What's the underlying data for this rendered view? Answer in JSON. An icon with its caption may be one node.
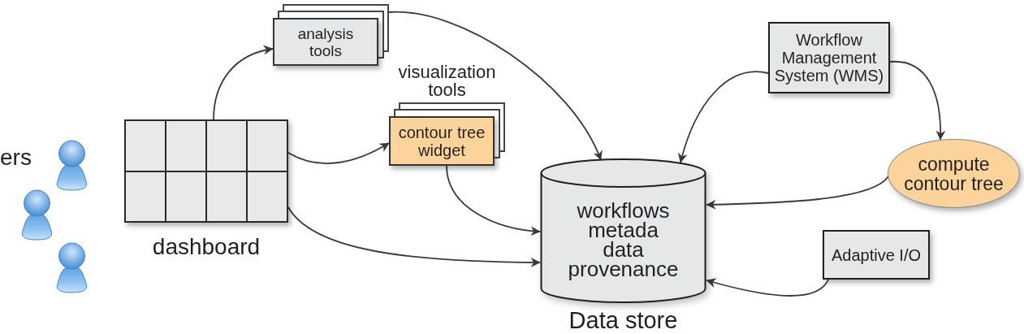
{
  "diagram": {
    "nodes": [
      {
        "text": [
          "dashboard"
        ]
      },
      {
        "text": [
          "analysis tools"
        ]
      },
      {
        "text": [
          "visualization tools",
          "contour tree widget"
        ]
      },
      {
        "text": [
          "workflows",
          "metada",
          "data",
          "provenance",
          "Data store"
        ]
      },
      {
        "text": [
          "Workflow Management System (WMS)"
        ]
      },
      {
        "text": [
          "compute contour tree"
        ]
      },
      {
        "text": [
          "Adaptive I/O"
        ]
      }
    ],
    "edges": [
      {
        "from": 0,
        "to": 1,
        "arrow": "to"
      },
      {
        "from": 1,
        "to": 3,
        "arrow": "to"
      },
      {
        "from": 0,
        "to": 2,
        "arrow": "to"
      },
      {
        "from": 2,
        "to": 3,
        "arrow": "to"
      },
      {
        "from": 0,
        "to": 3,
        "arrow": "to"
      },
      {
        "from": 4,
        "to": 3,
        "arrow": "to"
      },
      {
        "from": 4,
        "to": 5,
        "arrow": "to"
      },
      {
        "from": 5,
        "to": 3,
        "arrow": "to"
      },
      {
        "from": 6,
        "to": 3,
        "arrow": "to"
      }
    ],
    "labels": [
      "ers"
    ]
  }
}
